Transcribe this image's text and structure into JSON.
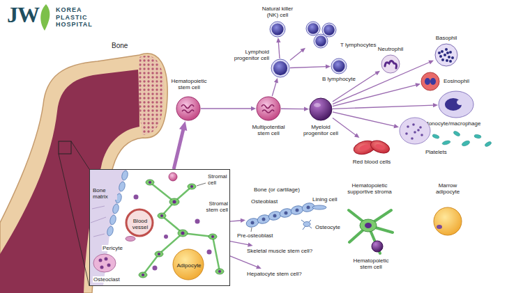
{
  "diagram": {
    "nodes": [
      {
        "text": [
          "Hematopoietic stem cell"
        ]
      },
      {
        "text": [
          "Multipotential stem cell"
        ]
      },
      {
        "text": [
          "Lymphoid progenitor cell"
        ]
      },
      {
        "text": [
          "Natural killer (NK) cell"
        ]
      },
      {
        "text": [
          "T lymphocytes"
        ]
      },
      {
        "text": [
          "B lymphocyte"
        ]
      },
      {
        "text": [
          "Myeloid progenitor cell"
        ]
      },
      {
        "text": [
          "Neutrophil"
        ]
      },
      {
        "text": [
          "Basophil"
        ]
      },
      {
        "text": [
          "Eosinophil"
        ]
      },
      {
        "text": [
          "Monocyte/macrophage"
        ]
      },
      {
        "text": [
          "Platelets"
        ]
      },
      {
        "text": [
          "Red blood cells"
        ]
      },
      {
        "text": [
          "Bone matrix",
          "Stromal cell",
          "Blood vessel",
          "Pericyte",
          "Osteoclast",
          "Adipocyte"
        ]
      },
      {
        "text": [
          "Bone (or cartilage)",
          "Osteoblast",
          "Lining cell",
          "Pre-osteoblast",
          "Osteocyte"
        ]
      },
      {
        "text": [
          "Hematopoietic supportive stroma",
          "Hematopoietic stem cell"
        ]
      },
      {
        "text": [
          "Marrow adipocyte"
        ]
      },
      {
        "text": [
          "Skeletal muscle stem cell?"
        ]
      },
      {
        "text": [
          "Hepatocyte stem cell?"
        ]
      }
    ],
    "edges": [
      {
        "from": 13,
        "to": 0,
        "arrow": "to"
      },
      {
        "from": 0,
        "to": 1,
        "arrow": "to"
      },
      {
        "from": 1,
        "to": 2,
        "arrow": "to"
      },
      {
        "from": 1,
        "to": 6,
        "arrow": "to"
      },
      {
        "from": 2,
        "to": 3,
        "arrow": "to"
      },
      {
        "from": 2,
        "to": 4,
        "arrow": "to"
      },
      {
        "from": 2,
        "to": 5,
        "arrow": "to"
      },
      {
        "from": 6,
        "to": 7,
        "arrow": "to"
      },
      {
        "from": 6,
        "to": 8,
        "arrow": "to"
      },
      {
        "from": 6,
        "to": 9,
        "arrow": "to"
      },
      {
        "from": 6,
        "to": 10,
        "arrow": "to"
      },
      {
        "from": 6,
        "to": 11,
        "arrow": "to"
      },
      {
        "from": 6,
        "to": 12,
        "arrow": "to"
      },
      {
        "from": 13,
        "to": 14,
        "label": "Stromal stem cell",
        "arrow": "to"
      },
      {
        "from": 13,
        "to": 17,
        "arrow": "to"
      },
      {
        "from": 13,
        "to": 18,
        "arrow": "to"
      }
    ],
    "labels": [
      "JW",
      "KOREA PLASTIC HOSPITAL",
      "Bone"
    ]
  }
}
